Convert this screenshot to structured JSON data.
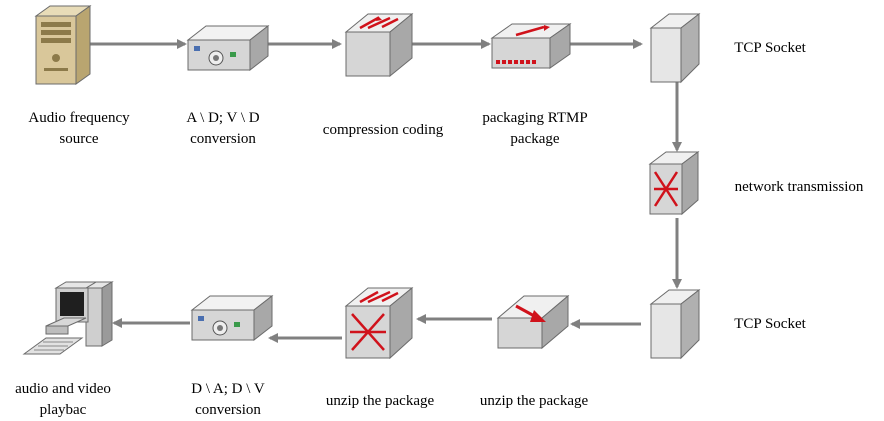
{
  "nodes": {
    "audio_source": {
      "icon": "server-tower-icon",
      "lines": [
        "Audio frequency",
        "source"
      ]
    },
    "ad_conversion": {
      "icon": "converter-icon",
      "lines": [
        "A \\ D; V \\ D",
        "conversion"
      ]
    },
    "compression": {
      "icon": "switch-icon",
      "lines": [
        "compression coding"
      ]
    },
    "packaging": {
      "icon": "packager-icon",
      "lines": [
        "packaging RTMP",
        "package"
      ]
    },
    "tcp_socket_top": {
      "icon": "socket-box-icon",
      "lines": [
        "TCP Socket"
      ]
    },
    "network": {
      "icon": "network-router-icon",
      "lines": [
        "network transmission"
      ]
    },
    "tcp_socket_bottom": {
      "icon": "socket-box-icon",
      "lines": [
        "TCP Socket"
      ]
    },
    "unzip_1": {
      "icon": "router-arrow-icon",
      "lines": [
        "unzip the package"
      ]
    },
    "unzip_2": {
      "icon": "core-switch-icon",
      "lines": [
        "unzip the package"
      ]
    },
    "da_conversion": {
      "icon": "converter-icon",
      "lines": [
        "D \\ A; D \\ V",
        "conversion"
      ]
    },
    "playback": {
      "icon": "desktop-computer-icon",
      "lines": [
        "audio and video",
        "playbac"
      ]
    }
  },
  "colors": {
    "arrow": "#808080",
    "device_light": "#f0f0f0",
    "device_mid": "#d6d6d6",
    "device_dark": "#a8a8a8",
    "accent_red": "#d0121b",
    "server_tan": "#d9c79a"
  }
}
